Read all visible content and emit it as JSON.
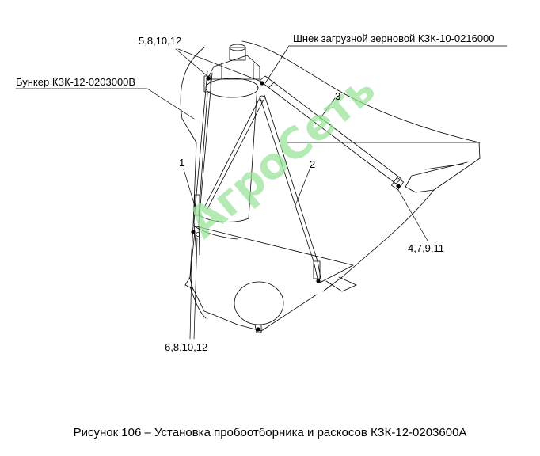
{
  "labels": {
    "top_callout": "5,8,10,12",
    "auger": "Шнек загрузной зерновой КЗК-10-0216000",
    "bunker": "Бункер КЗК-12-0203000В",
    "part1": "1",
    "part2": "2",
    "part3": "3",
    "right_callout": "4,7,9,11",
    "bottom_callout": "6,8,10,12"
  },
  "watermark": "АгроСеть",
  "caption": "Рисунок 106 – Установка пробоотборника и раскосов КЗК-12-0203600А",
  "colors": {
    "line": "#000000",
    "watermark": "#9be39a"
  }
}
